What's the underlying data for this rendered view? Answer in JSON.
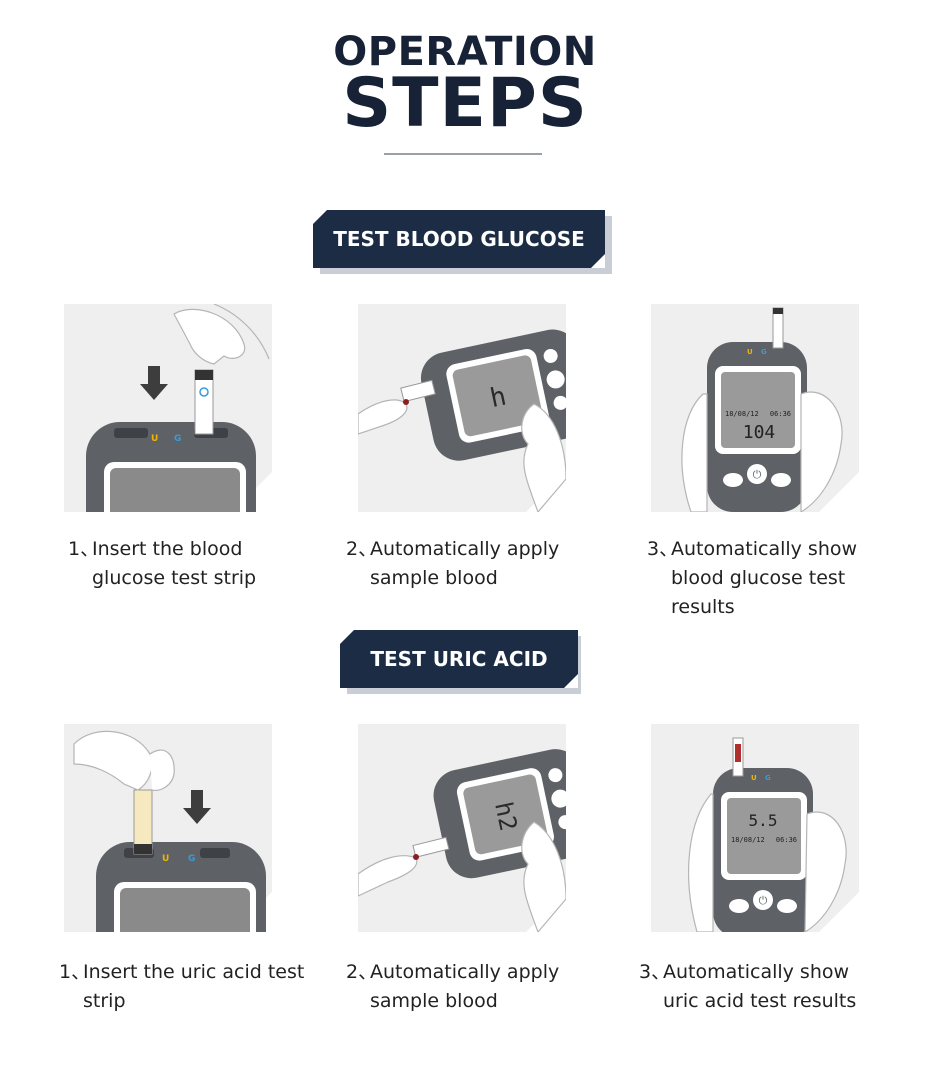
{
  "header": {
    "line1": "OPERATION",
    "line2": "STEPS"
  },
  "sections": [
    {
      "banner": "TEST BLOOD GLUCOSE",
      "steps": [
        {
          "num": "1、",
          "text": "Insert the blood glucose test strip"
        },
        {
          "num": "2、",
          "text": "Automatically apply sample blood"
        },
        {
          "num": "3、",
          "text": "Automatically show blood glucose test results"
        }
      ],
      "meter": {
        "display_step2": "h",
        "date": "18/08/12",
        "time": "06:36",
        "reading": "104",
        "strip_label_u": "U",
        "strip_label_g": "G"
      }
    },
    {
      "banner": "TEST URIC ACID",
      "steps": [
        {
          "num": "1、",
          "text": "Insert the uric acid test strip"
        },
        {
          "num": "2、",
          "text": "Automatically apply sample blood"
        },
        {
          "num": "3、",
          "text": "Automatically show uric acid test results"
        }
      ],
      "meter": {
        "display_step2": "h2",
        "date": "18/08/12",
        "time": "06:36",
        "reading": "5.5",
        "strip_label_u": "U",
        "strip_label_g": "G"
      }
    }
  ],
  "colors": {
    "banner": "#1c2c44",
    "meter_body": "#5e6267",
    "screen": "#9a9a9a",
    "strip_u": "#f0b400",
    "strip_g": "#3a9ad9"
  }
}
